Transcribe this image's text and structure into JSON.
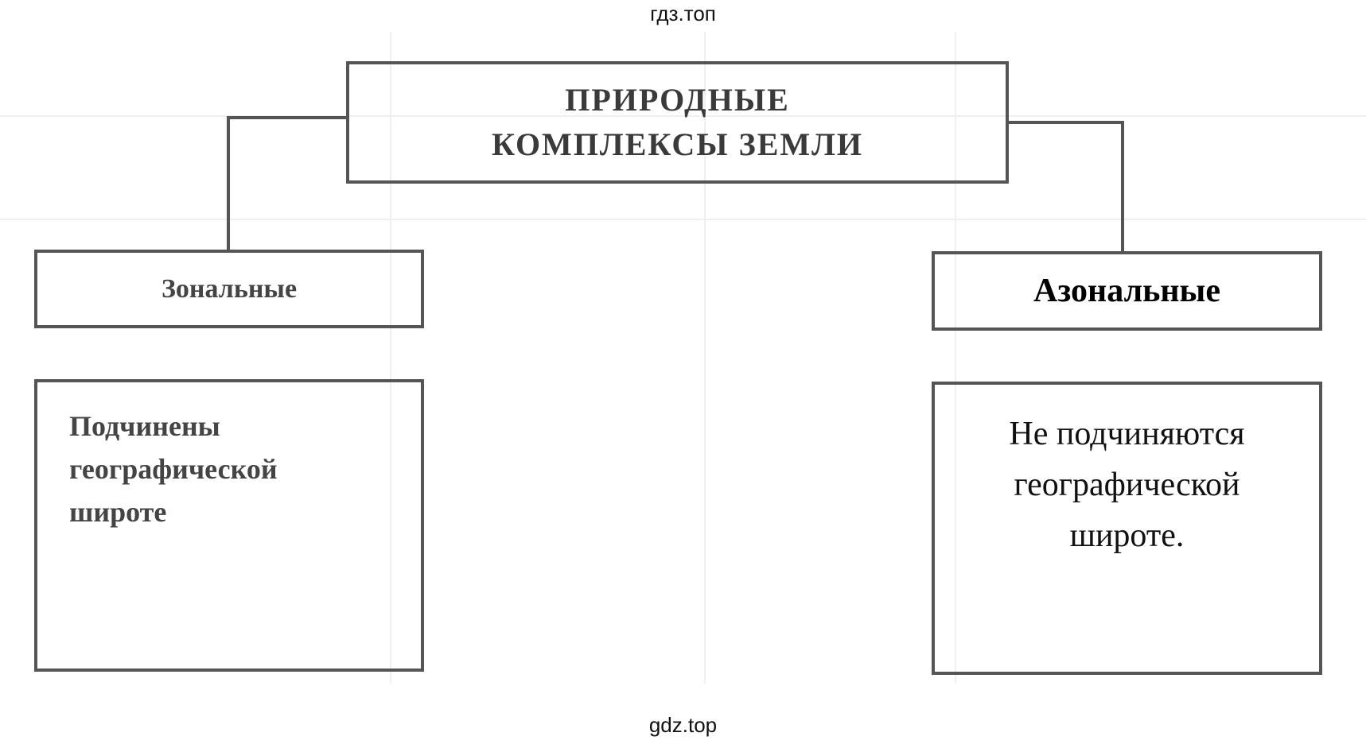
{
  "watermarks": {
    "top": "гдз.топ",
    "bottom": "gdz.top"
  },
  "diagram": {
    "root": {
      "line1": "ПРИРОДНЫЕ",
      "line2": "КОМПЛЕКСЫ ЗЕМЛИ"
    },
    "left": {
      "label": "Зональные",
      "description": [
        "Подчинены",
        "географической",
        "широте"
      ]
    },
    "right": {
      "label": "Азональные",
      "description": [
        "Не подчиняются",
        "географической",
        "широте."
      ]
    }
  }
}
